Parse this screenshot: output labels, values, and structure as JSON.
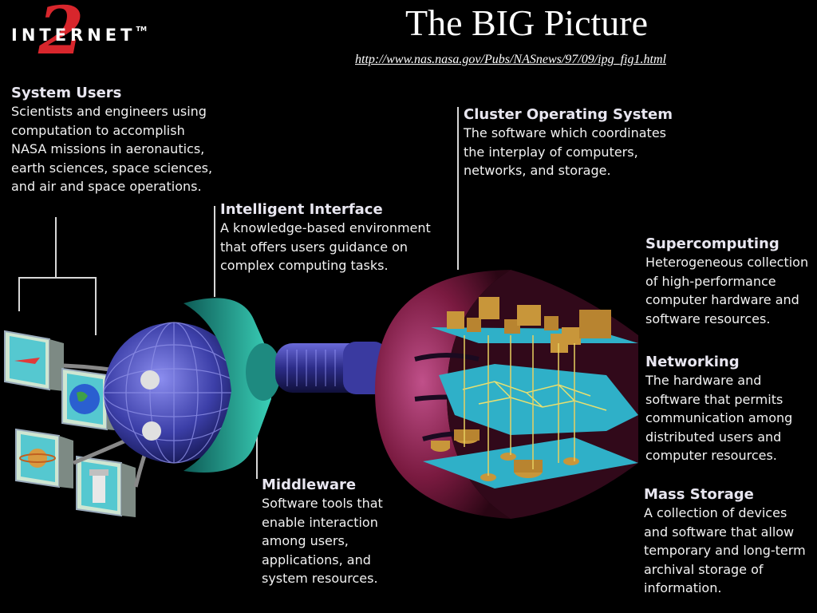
{
  "logo": {
    "text": "INTERNET",
    "tm": "TM",
    "numeral": "2"
  },
  "title": "The BIG Picture",
  "url": "http://www.nas.nasa.gov/Pubs/NASnews/97/09/ipg_fig1.html",
  "labels": {
    "system_users": {
      "heading": "System Users",
      "lines": [
        "Scientists and engineers using",
        "computation to accomplish",
        "NASA missions in aeronautics,",
        "earth sciences, space sciences,",
        "and air and space operations."
      ]
    },
    "intelligent_interface": {
      "heading": "Intelligent Interface",
      "lines": [
        "A knowledge-based environment",
        "that offers users guidance on",
        "complex computing tasks."
      ]
    },
    "cluster_os": {
      "heading": "Cluster Operating System",
      "lines": [
        "The software which coordinates",
        "the interplay of computers,",
        "networks, and storage."
      ]
    },
    "supercomputing": {
      "heading": "Supercomputing",
      "lines": [
        "Heterogeneous collection",
        "of high-performance",
        "computer hardware and",
        "software resources."
      ]
    },
    "networking": {
      "heading": "Networking",
      "lines": [
        "The hardware and",
        "software that permits",
        "communication among",
        "distributed users and",
        "computer resources."
      ]
    },
    "mass_storage": {
      "heading": "Mass Storage",
      "lines": [
        "A collection of devices",
        "and software that allow",
        "temporary and long-term",
        "archival storage of",
        "information."
      ]
    },
    "middleware": {
      "heading": "Middleware",
      "lines": [
        "Software tools that",
        "enable interaction",
        "among users,",
        "applications, and",
        "system resources."
      ]
    }
  },
  "colors": {
    "globe": "#3c3fa8",
    "funnel": "#1a9a8a",
    "dome": "#7a1a40",
    "platform": "#2fb0c8",
    "box": "#c8963a",
    "logo_red": "#d8262c"
  }
}
